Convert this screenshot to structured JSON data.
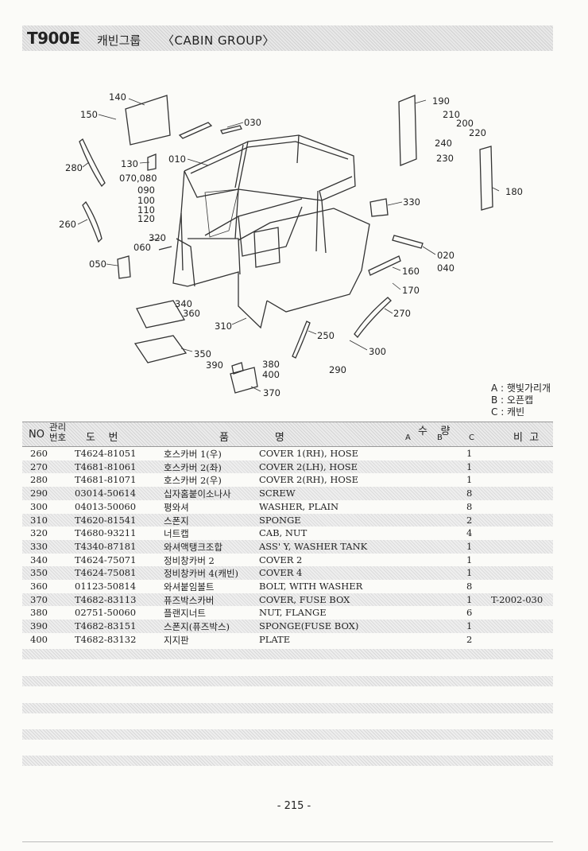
{
  "header": {
    "model": "T900E",
    "title_kr": "캐빈그룹",
    "title_en": "〈CABIN GROUP〉"
  },
  "diagram": {
    "callouts": [
      "140",
      "150",
      "030",
      "010",
      "130",
      "070,080",
      "090",
      "100",
      "110",
      "120",
      "280",
      "260",
      "320",
      "060",
      "050",
      "340",
      "360",
      "310",
      "350",
      "390",
      "380",
      "400",
      "370",
      "190",
      "210",
      "200",
      "220",
      "240",
      "230",
      "180",
      "330",
      "020",
      "040",
      "160",
      "170",
      "270",
      "250",
      "300",
      "290"
    ]
  },
  "legend": [
    "A : 햇빛가리개",
    "B : 오픈캡",
    "C : 캐빈"
  ],
  "table": {
    "headers": {
      "no": "NO",
      "mgmt": "관리번호",
      "part_no": "도    번",
      "name": "품              명",
      "qty": "수    량",
      "qty_a": "A",
      "qty_b": "B",
      "qty_c": "C",
      "remarks": "비  고"
    },
    "rows": [
      {
        "no": "260",
        "part_no": "T4624-81051",
        "name_kr": "호스카버 1(우)",
        "name_en": "COVER 1(RH), HOSE",
        "qty_c": "1",
        "remarks": ""
      },
      {
        "no": "270",
        "part_no": "T4681-81061",
        "name_kr": "호스카버 2(좌)",
        "name_en": "COVER 2(LH), HOSE",
        "qty_c": "1",
        "remarks": ""
      },
      {
        "no": "280",
        "part_no": "T4681-81071",
        "name_kr": "호스카버 2(우)",
        "name_en": "COVER 2(RH), HOSE",
        "qty_c": "1",
        "remarks": ""
      },
      {
        "no": "290",
        "part_no": "03014-50614",
        "name_kr": "십자홈붙이소나사",
        "name_en": "SCREW",
        "qty_c": "8",
        "remarks": ""
      },
      {
        "no": "300",
        "part_no": "04013-50060",
        "name_kr": "평와셔",
        "name_en": "WASHER, PLAIN",
        "qty_c": "8",
        "remarks": ""
      },
      {
        "no": "310",
        "part_no": "T4620-81541",
        "name_kr": "스폰지",
        "name_en": "SPONGE",
        "qty_c": "2",
        "remarks": ""
      },
      {
        "no": "320",
        "part_no": "T4680-93211",
        "name_kr": "너트캡",
        "name_en": "CAB, NUT",
        "qty_c": "4",
        "remarks": ""
      },
      {
        "no": "330",
        "part_no": "T4340-87181",
        "name_kr": "와셔액탱크조합",
        "name_en": "ASS' Y, WASHER TANK",
        "qty_c": "1",
        "remarks": ""
      },
      {
        "no": "340",
        "part_no": "T4624-75071",
        "name_kr": "정비창카버 2",
        "name_en": "COVER 2",
        "qty_c": "1",
        "remarks": ""
      },
      {
        "no": "350",
        "part_no": "T4624-75081",
        "name_kr": "정비창카버 4(캐빈)",
        "name_en": "COVER 4",
        "qty_c": "1",
        "remarks": ""
      },
      {
        "no": "360",
        "part_no": "01123-50814",
        "name_kr": "와셔붙임볼트",
        "name_en": "BOLT, WITH WASHER",
        "qty_c": "8",
        "remarks": ""
      },
      {
        "no": "370",
        "part_no": "T4682-83113",
        "name_kr": "퓨즈박스카버",
        "name_en": "COVER, FUSE BOX",
        "qty_c": "1",
        "remarks": "T-2002-030"
      },
      {
        "no": "380",
        "part_no": "02751-50060",
        "name_kr": "플랜지너트",
        "name_en": "NUT, FLANGE",
        "qty_c": "6",
        "remarks": ""
      },
      {
        "no": "390",
        "part_no": "T4682-83151",
        "name_kr": "스폰지(퓨즈박스)",
        "name_en": "SPONGE(FUSE BOX)",
        "qty_c": "1",
        "remarks": ""
      },
      {
        "no": "400",
        "part_no": "T4682-83132",
        "name_kr": "지지판",
        "name_en": "PLATE",
        "qty_c": "2",
        "remarks": ""
      }
    ]
  },
  "page_number": "- 215 -"
}
